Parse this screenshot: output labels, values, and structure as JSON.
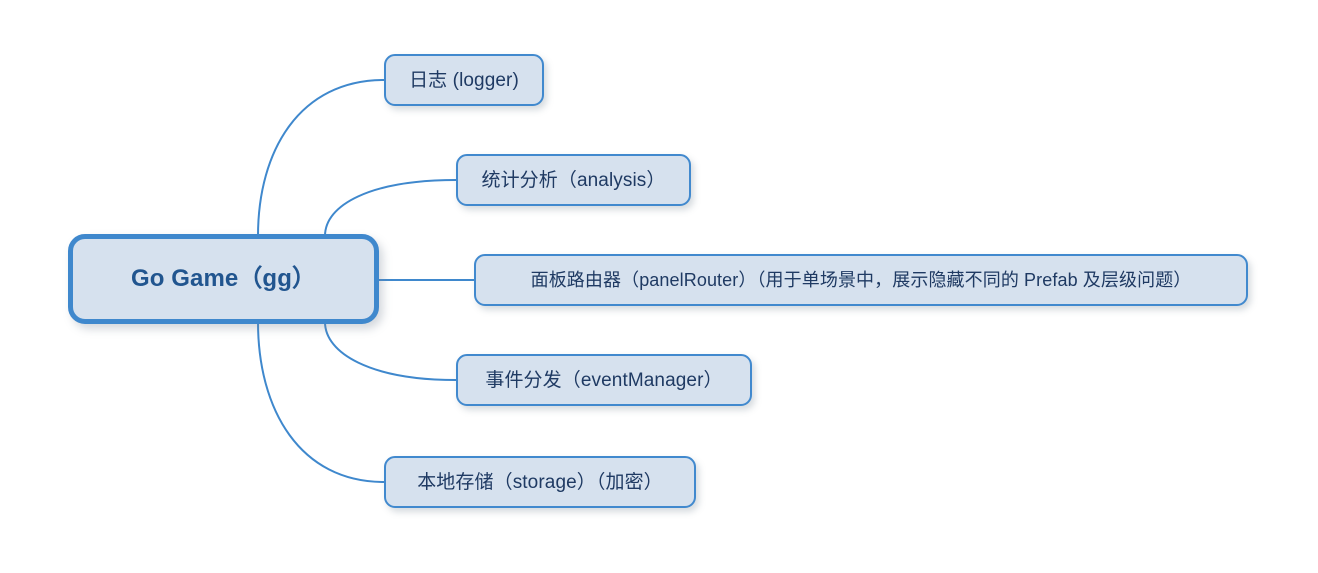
{
  "diagram": {
    "type": "mindmap",
    "title": "Go Game (gg) module mindmap",
    "background_color": "#ffffff",
    "colors": {
      "node_fill": "#d6e1ee",
      "node_border": "#4189ce",
      "root_border": "#3f88cd",
      "root_text": "#21558f",
      "child_text": "#1f3a63",
      "connector": "#3f88cd"
    },
    "root": {
      "label": "Go Game（gg）"
    },
    "children": [
      {
        "label": "日志 (logger)"
      },
      {
        "label": "统计分析（analysis）"
      },
      {
        "label": "面板路由器（panelRouter）（用于单场景中，展示隐藏不同的 Prefab 及层级问题）"
      },
      {
        "label": "事件分发（eventManager）"
      },
      {
        "label": "本地存储（storage）（加密）"
      }
    ]
  }
}
